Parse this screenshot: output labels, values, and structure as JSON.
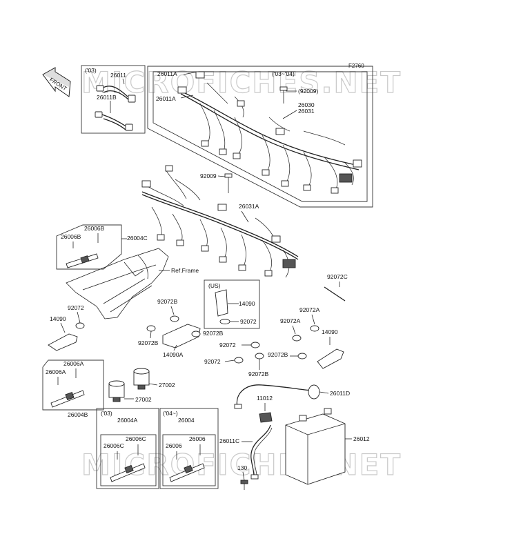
{
  "diagram_id": "F2760",
  "front_label": "FRONT",
  "watermark_top": "MICROFICHES.NET",
  "watermark_bottom": "MICROFICHES.NET",
  "labels": {
    "y03_a": "('03)",
    "p26011": "26011",
    "p26011B": "26011B",
    "p26011A_1": "26011A",
    "p26011A_2": "26011A",
    "y03_04": "('03~'04)",
    "p92009_a": "(92009)",
    "p26030": "26030",
    "p26031": "26031",
    "p92009_b": "92009",
    "p26031A": "26031A",
    "p26006B_1": "26006B",
    "p26006B_2": "26006B",
    "p26004C": "26004C",
    "ref_frame": "Ref.Frame",
    "p92072_a": "92072",
    "p14090_a": "14090",
    "p92072B_a": "92072B",
    "p92072B_b": "92072B",
    "p92072B_c": "92072B",
    "p14090A": "14090A",
    "us": "(US)",
    "p14090_b": "14090",
    "p92072_b": "92072",
    "p92072C": "92072C",
    "p92072A_1": "92072A",
    "p92072A_2": "92072A",
    "p14090_c": "14090",
    "p92072_c": "92072",
    "p92072_d": "92072",
    "p92072B_d": "92072B",
    "p92072B_e": "92072B",
    "p26006A_1": "26006A",
    "p26006A_2": "26006A",
    "p26004B": "26004B",
    "p27002_a": "27002",
    "p27002_b": "27002",
    "p11012": "11012",
    "p26011D": "26011D",
    "y03_b": "('03)",
    "p26004A": "26004A",
    "p26006C_1": "26006C",
    "p26006C_2": "26006C",
    "y04": "('04~)",
    "p26004": "26004",
    "p26006_1": "26006",
    "p26006_2": "26006",
    "p26011C": "26011C",
    "p26012": "26012",
    "p130": "130"
  }
}
